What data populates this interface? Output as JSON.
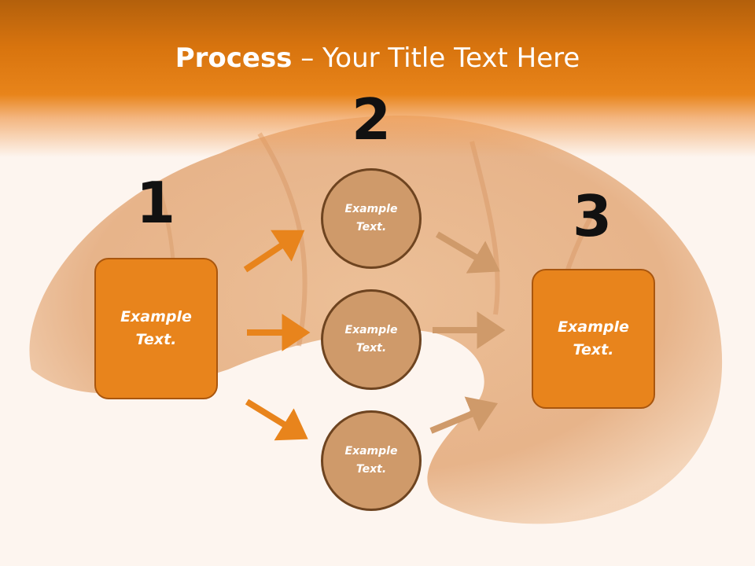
{
  "title": {
    "strong": "Process",
    "rest": " – Your Title Text Here"
  },
  "steps": [
    {
      "number": "1",
      "text": "Example Text."
    },
    {
      "number": "2"
    },
    {
      "number": "3",
      "text": "Example Text."
    }
  ],
  "circles": [
    {
      "text": "Example Text."
    },
    {
      "text": "Example Text."
    },
    {
      "text": "Example Text."
    }
  ],
  "colors": {
    "header": "#e8841a",
    "box_fill": "#e8841c",
    "box_border": "#a9560e",
    "circle_fill": "#cf9a6a",
    "circle_border": "#6e4420",
    "arrow_orange": "#e8841c",
    "arrow_tan": "#cf9a6a"
  }
}
